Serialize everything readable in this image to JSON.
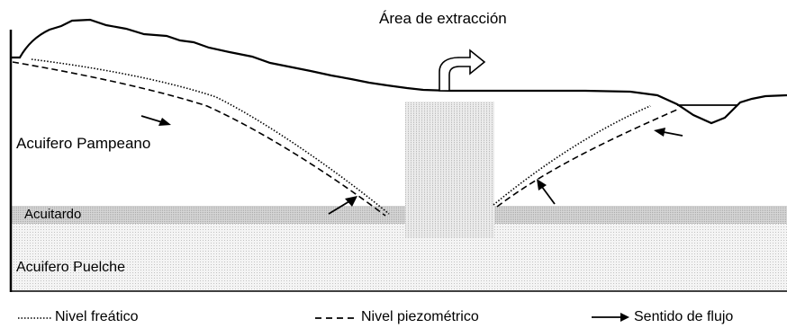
{
  "title": "Área de extracción",
  "layers": {
    "upper_aquifer": "Acuifero Pampeano",
    "aquitard": "Acuitardo",
    "lower_aquifer": "Acuifero Puelche"
  },
  "legend": {
    "water_table": "Nivel freático",
    "piezometric_level": "Nivel piezométrico",
    "flow_direction": "Sentido de flujo"
  },
  "colors": {
    "line": "#000000",
    "aquitard_fill": "#cfcfcf",
    "aquifer_fill": "#ececec",
    "well_fill": "#e0e0e0"
  },
  "icons": [
    "extraction-arrow-icon",
    "flow-arrow-icon"
  ]
}
